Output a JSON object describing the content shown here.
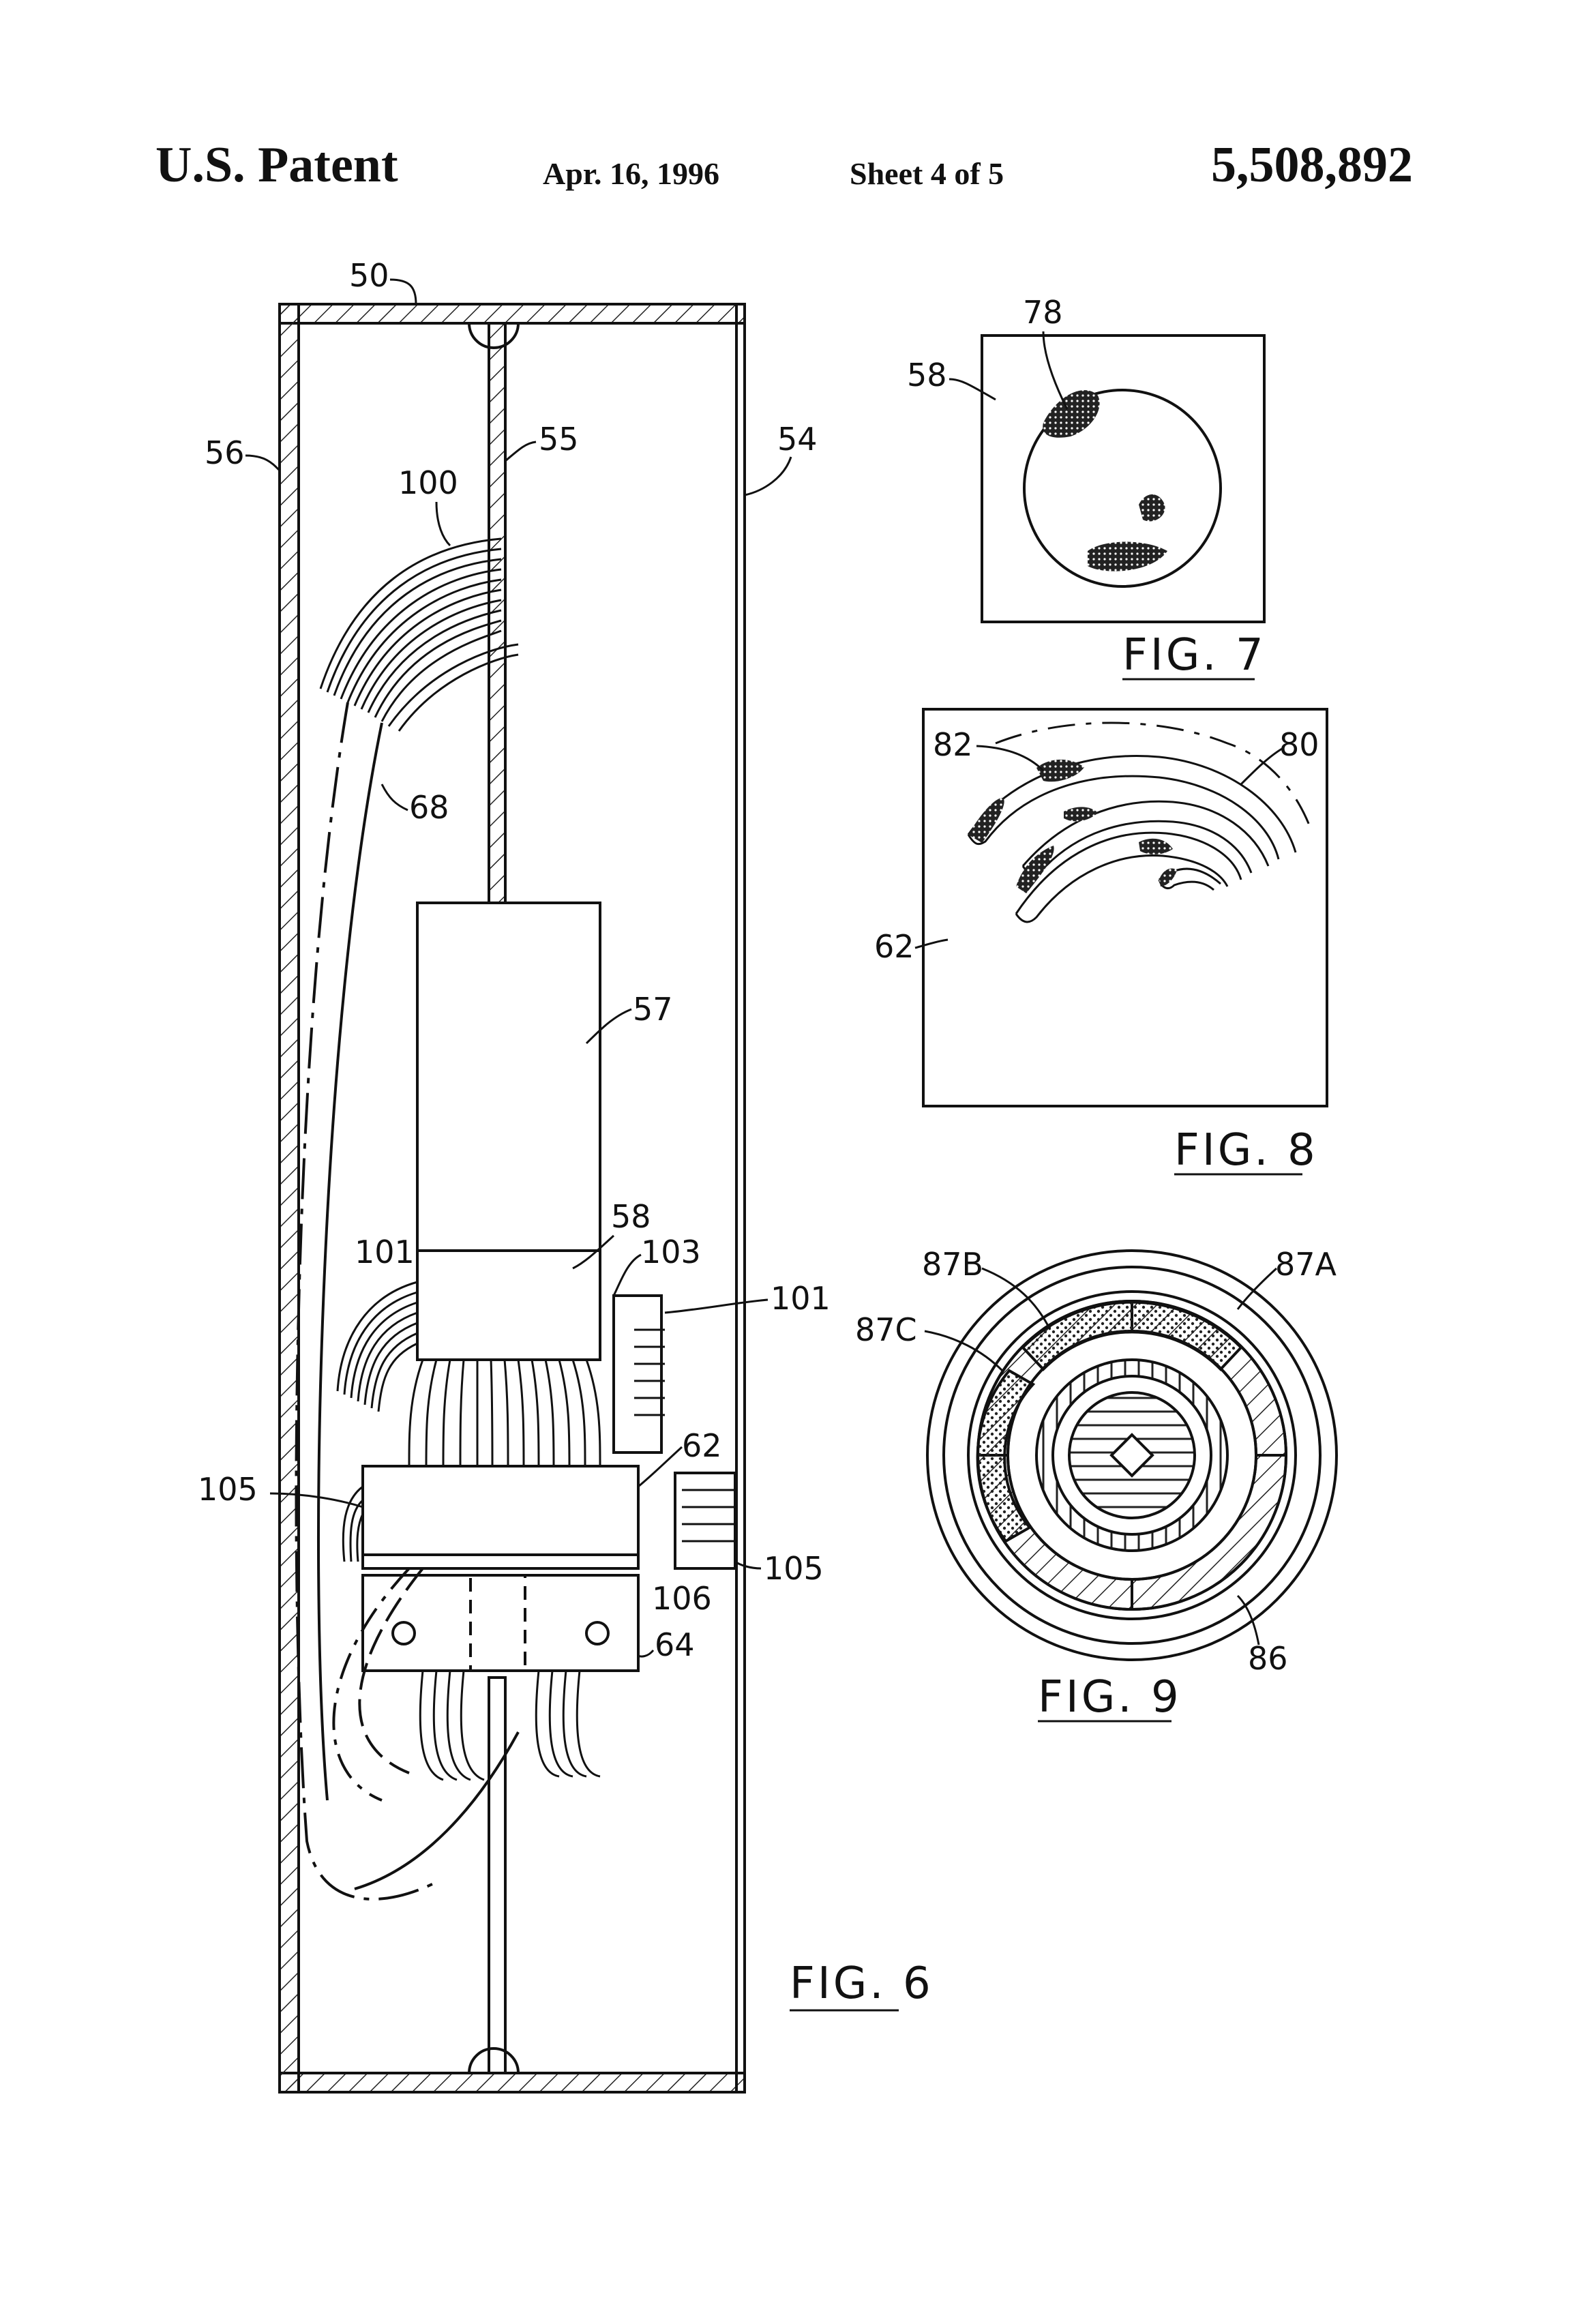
{
  "header": {
    "left": "U.S. Patent",
    "date": "Apr. 16, 1996",
    "sheet": "Sheet 4 of 5",
    "number": "5,508,892"
  },
  "figures": {
    "fig6": {
      "caption": "FIG. 6",
      "labels": {
        "r50": "50",
        "r56": "56",
        "r55": "55",
        "r54": "54",
        "r100": "100",
        "r68": "68",
        "r57": "57",
        "r58": "58",
        "r101a": "101",
        "r103": "103",
        "r101b": "101",
        "r62": "62",
        "r105a": "105",
        "r105b": "105",
        "r106": "106",
        "r64": "64"
      }
    },
    "fig7": {
      "caption": "FIG. 7",
      "labels": {
        "r78": "78",
        "r58": "58"
      }
    },
    "fig8": {
      "caption": "FIG. 8",
      "labels": {
        "r82": "82",
        "r80": "80",
        "r62": "62"
      }
    },
    "fig9": {
      "caption": "FIG. 9",
      "labels": {
        "r87B": "87B",
        "r87A": "87A",
        "r87C": "87C",
        "r86": "86"
      }
    }
  }
}
